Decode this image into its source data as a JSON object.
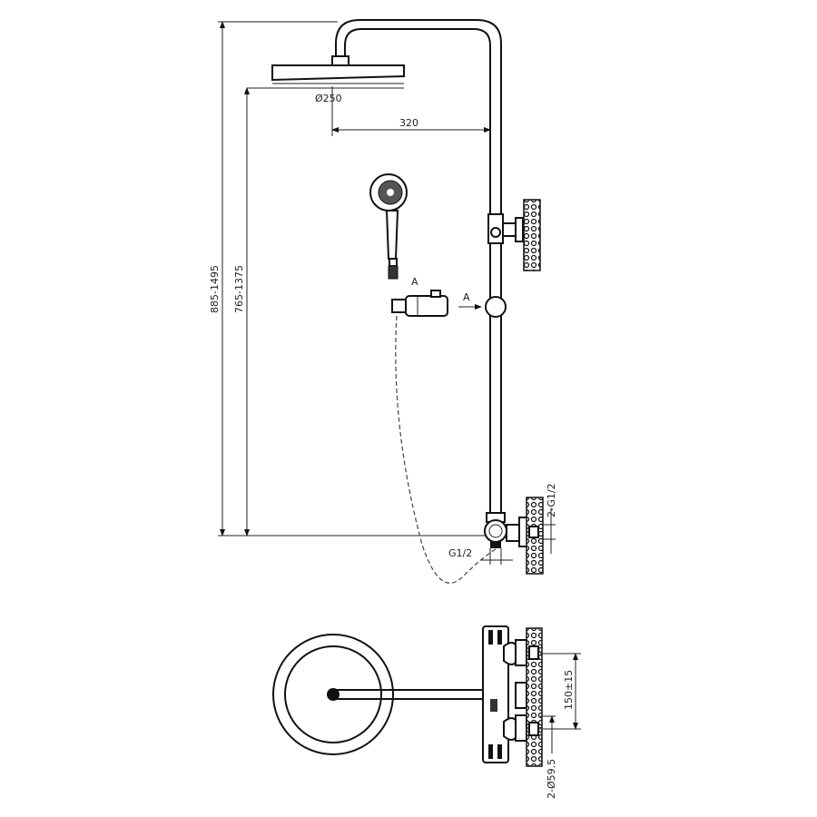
{
  "drawing": {
    "labels": {
      "head_diameter": "Ø250",
      "arm_length": "320",
      "total_height": "885-1495",
      "head_height": "765-1375",
      "section_mark_left": "A",
      "section_mark_right": "A",
      "inlet_thread": "2-G1/2",
      "outlet_thread": "G1/2",
      "inlet_spacing": "150±15",
      "escutcheon_diameter": "2-Ø59.5"
    }
  }
}
